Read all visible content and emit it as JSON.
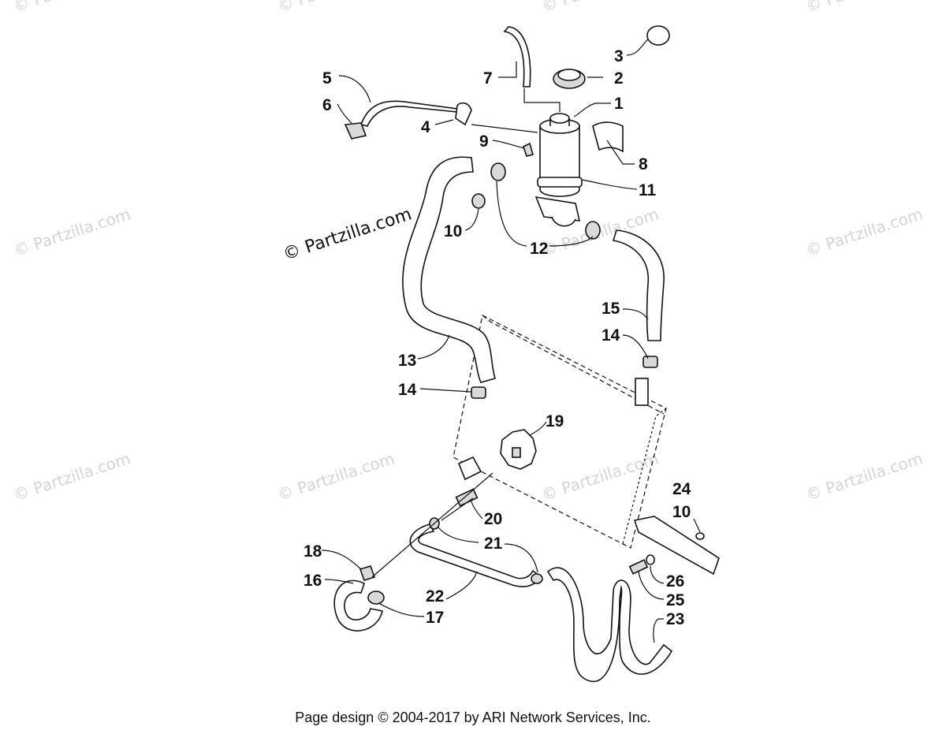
{
  "watermark": {
    "main": "© Partzilla.com",
    "faded": "© Partzilla.com"
  },
  "labels": {
    "p1": "1",
    "p2": "2",
    "p3": "3",
    "p4": "4",
    "p5": "5",
    "p6": "6",
    "p7": "7",
    "p8": "8",
    "p9": "9",
    "p10": "10",
    "p10b": "10",
    "p11": "11",
    "p12": "12",
    "p13": "13",
    "p14": "14",
    "p14b": "14",
    "p15": "15",
    "p16": "16",
    "p17": "17",
    "p18": "18",
    "p19": "19",
    "p20": "20",
    "p21": "21",
    "p22": "22",
    "p23": "23",
    "p24": "24",
    "p25": "25",
    "p26": "26"
  },
  "footer": "Page design © 2004-2017 by ARI Network Services, Inc."
}
